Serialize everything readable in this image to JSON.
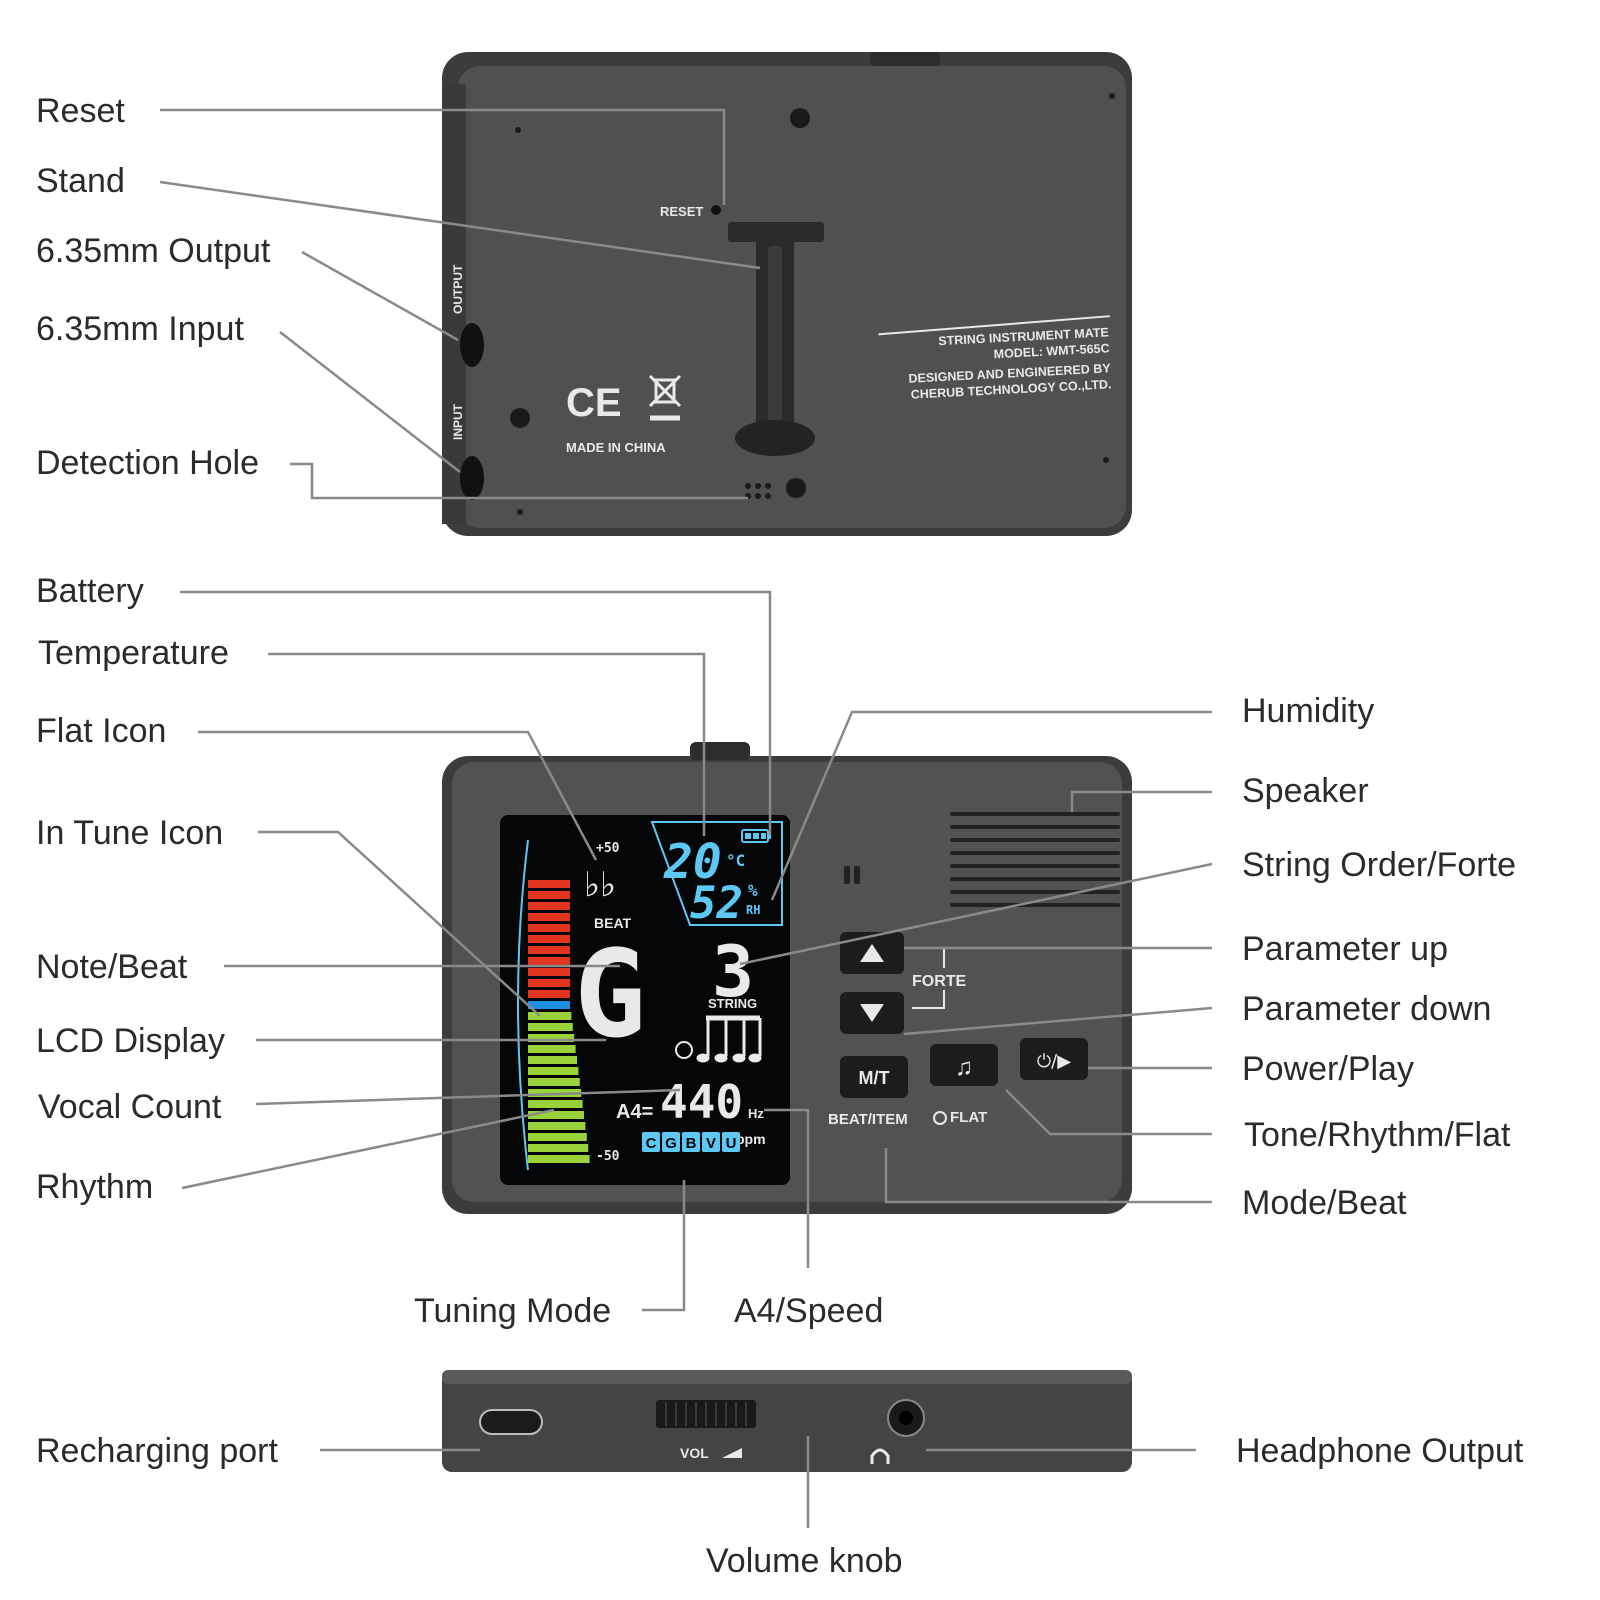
{
  "callouts": {
    "reset": "Reset",
    "stand": "Stand",
    "output": "6.35mm Output",
    "input": "6.35mm Input",
    "detection": "Detection Hole",
    "battery": "Battery",
    "temperature": "Temperature",
    "flat_icon": "Flat Icon",
    "in_tune_icon": "In Tune Icon",
    "note_beat": "Note/Beat",
    "lcd_display": "LCD Display",
    "vocal_count": "Vocal Count",
    "rhythm": "Rhythm",
    "humidity": "Humidity",
    "speaker": "Speaker",
    "string_order": "String Order/Forte",
    "param_up": "Parameter up",
    "param_down": "Parameter down",
    "power_play": "Power/Play",
    "tone_rhythm": "Tone/Rhythm/Flat",
    "mode_beat": "Mode/Beat",
    "tuning_mode": "Tuning Mode",
    "a4_speed": "A4/Speed",
    "recharging": "Recharging port",
    "headphone": "Headphone Output",
    "volume": "Volume knob"
  },
  "back_panel": {
    "reset_label": "RESET",
    "output_label": "OUTPUT",
    "input_label": "INPUT",
    "ce_mark": "CE",
    "made_in": "MADE IN CHINA",
    "info_line1": "STRING INSTRUMENT MATE",
    "info_line2": "MODEL: WMT-565C",
    "info_line3": "DESIGNED AND ENGINEERED BY",
    "info_line4": "CHERUB TECHNOLOGY CO.,LTD."
  },
  "lcd": {
    "plus50": "+50",
    "minus50": "-50",
    "flat_symbol": "♭♭",
    "temperature_value": "20",
    "temperature_unit": "°C",
    "humidity_value": "52",
    "humidity_unit": "%",
    "humidity_rh": "RH",
    "beat_label": "BEAT",
    "note": "G",
    "string_number": "3",
    "string_label": "STRING",
    "a4_label": "A4=",
    "a4_value": "440",
    "hz": "Hz",
    "bpm": "bpm",
    "modes": [
      "C",
      "G",
      "B",
      "V",
      "U"
    ]
  },
  "buttons": {
    "forte": "FORTE",
    "mt": "M/T",
    "beat_item": "BEAT/ITEM",
    "flat_label": "FLAT",
    "power_play_glyph": "⏻/▶"
  },
  "bottom_edge": {
    "vol_label": "VOL"
  },
  "colors": {
    "body": "#4a4a4c",
    "lcd_bg": "#050608",
    "lcd_cyan": "#5ec8f5",
    "bar_red": "#e0341e",
    "bar_blue": "#1f8fe0",
    "bar_green": "#9ad23a",
    "leader": "#8a8a8a"
  }
}
